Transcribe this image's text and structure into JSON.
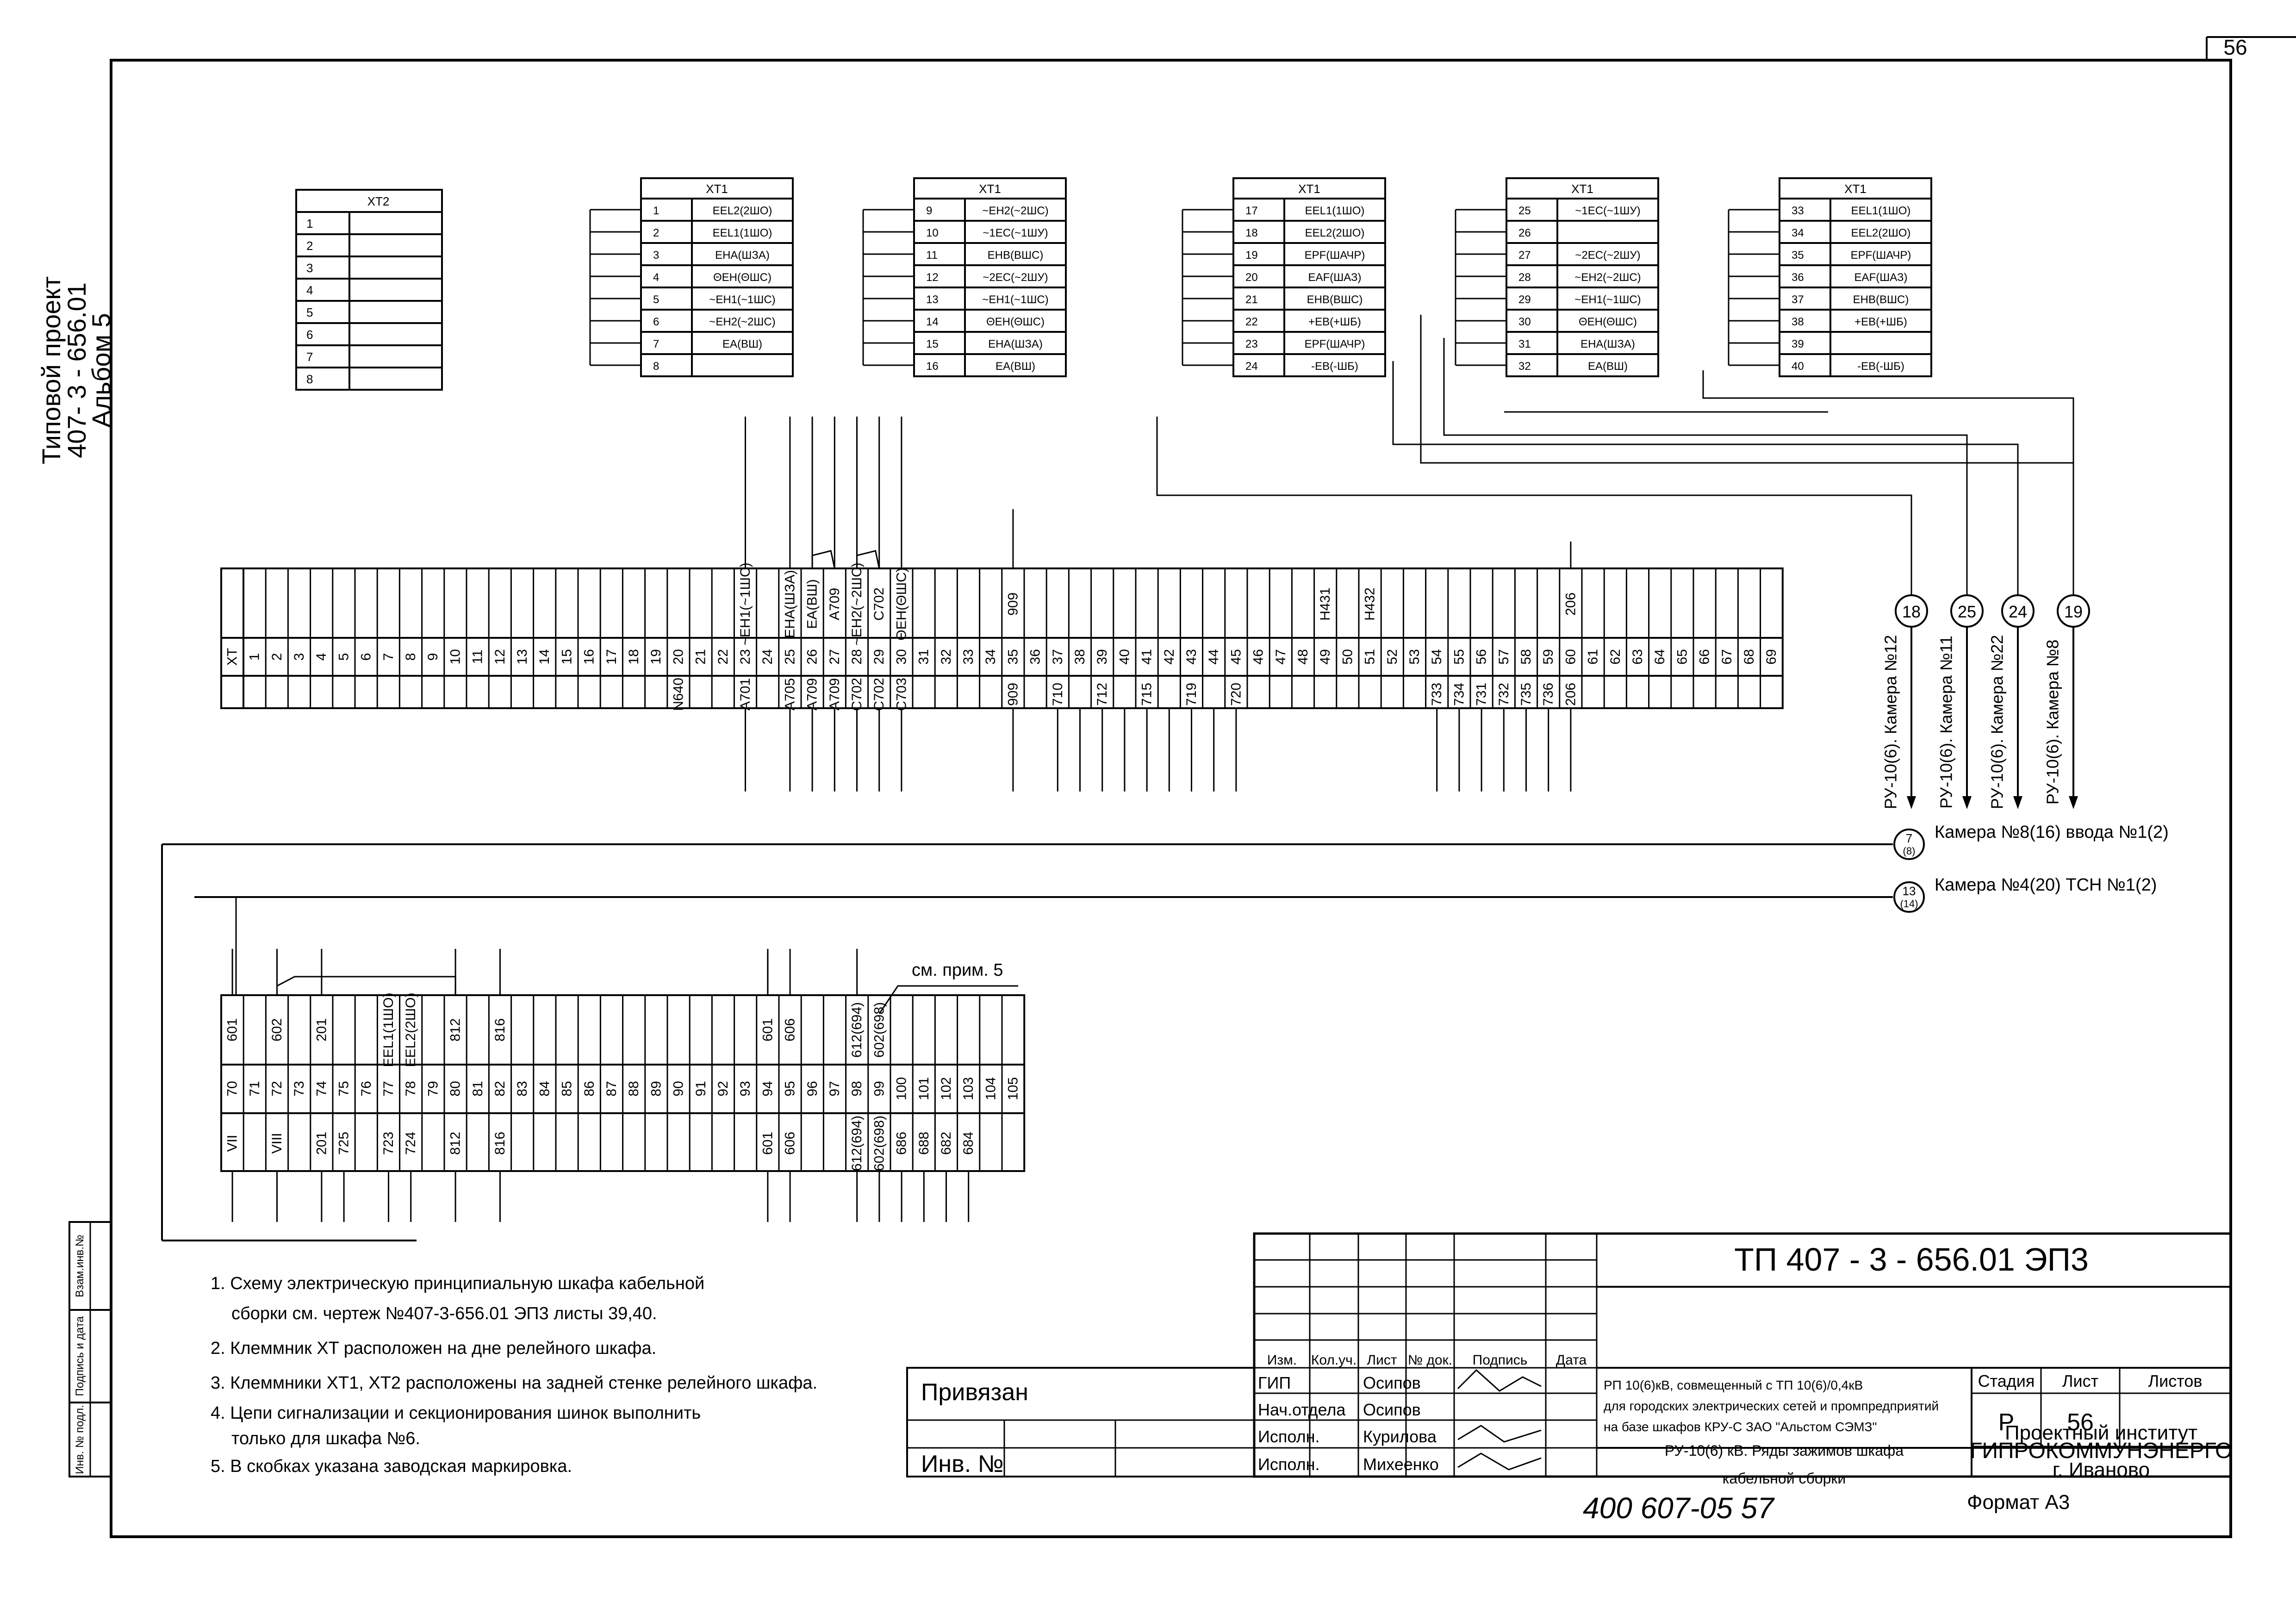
{
  "page_number": "56",
  "side_label": {
    "line1": "Типовой проект",
    "line2": "407- 3 - 656.01",
    "line3": "Альбом 5"
  },
  "xt2_table": {
    "title": "XT2",
    "rows": [
      "1",
      "2",
      "3",
      "4",
      "5",
      "6",
      "7",
      "8"
    ]
  },
  "xt1_tables": [
    {
      "title": "XT1",
      "rows": [
        [
          "1",
          "EEL2(2ШО)"
        ],
        [
          "2",
          "EEL1(1ШО)"
        ],
        [
          "3",
          "EHA(ШЗА)"
        ],
        [
          "4",
          "ΘEH(ΘШC)"
        ],
        [
          "5",
          "~EH1(~1ШС)"
        ],
        [
          "6",
          "~EH2(~2ШС)"
        ],
        [
          "7",
          "EA(ВШ)"
        ],
        [
          "8",
          ""
        ]
      ]
    },
    {
      "title": "XT1",
      "rows": [
        [
          "9",
          "~EH2(~2ШС)"
        ],
        [
          "10",
          "~1EC(~1ШУ)"
        ],
        [
          "11",
          "EHB(ВШС)"
        ],
        [
          "12",
          "~2EC(~2ШУ)"
        ],
        [
          "13",
          "~EH1(~1ШС)"
        ],
        [
          "14",
          "ΘEH(ΘШC)"
        ],
        [
          "15",
          "EHA(ШЗА)"
        ],
        [
          "16",
          "EA(ВШ)"
        ]
      ]
    },
    {
      "title": "XT1",
      "rows": [
        [
          "17",
          "EEL1(1ШО)"
        ],
        [
          "18",
          "EEL2(2ШО)"
        ],
        [
          "19",
          "EPF(ШАЧР)"
        ],
        [
          "20",
          "EAF(ШАЗ)"
        ],
        [
          "21",
          "EHB(ВШС)"
        ],
        [
          "22",
          "+EB(+ШБ)"
        ],
        [
          "23",
          "EPF(ШАЧР)"
        ],
        [
          "24",
          "-EB(-ШБ)"
        ]
      ]
    },
    {
      "title": "XT1",
      "rows": [
        [
          "25",
          "~1EC(~1ШУ)"
        ],
        [
          "26",
          ""
        ],
        [
          "27",
          "~2EC(~2ШУ)"
        ],
        [
          "28",
          "~EH2(~2ШС)"
        ],
        [
          "29",
          "~EH1(~1ШС)"
        ],
        [
          "30",
          "ΘEH(ΘШC)"
        ],
        [
          "31",
          "EHA(ШЗА)"
        ],
        [
          "32",
          "EA(ВШ)"
        ]
      ]
    },
    {
      "title": "XT1",
      "rows": [
        [
          "33",
          "EEL1(1ШО)"
        ],
        [
          "34",
          "EEL2(2ШО)"
        ],
        [
          "35",
          "EPF(ШАЧР)"
        ],
        [
          "36",
          "EAF(ШАЗ)"
        ],
        [
          "37",
          "EHB(ВШС)"
        ],
        [
          "38",
          "+EB(+ШБ)"
        ],
        [
          "39",
          ""
        ],
        [
          "40",
          "-EB(-ШБ)"
        ]
      ]
    }
  ],
  "xt_strip": {
    "title": "XT",
    "numbers": [
      "1",
      "2",
      "3",
      "4",
      "5",
      "6",
      "7",
      "8",
      "9",
      "10",
      "11",
      "12",
      "13",
      "14",
      "15",
      "16",
      "17",
      "18",
      "19",
      "20",
      "21",
      "22",
      "23",
      "24",
      "25",
      "26",
      "27",
      "28",
      "29",
      "30",
      "31",
      "32",
      "33",
      "34",
      "35",
      "36",
      "37",
      "38",
      "39",
      "40",
      "41",
      "42",
      "43",
      "44",
      "45",
      "46",
      "47",
      "48",
      "49",
      "50",
      "51",
      "52",
      "53",
      "54",
      "55",
      "56",
      "57",
      "58",
      "59",
      "60",
      "61",
      "62",
      "63",
      "64",
      "65",
      "66",
      "67",
      "68",
      "69"
    ],
    "top_labels": [
      {
        "n": "23",
        "text": "~EH1(~1ШС)"
      },
      {
        "n": "25",
        "text": "EHA(ШЗА)"
      },
      {
        "n": "26",
        "text": "EA(ВШ)"
      },
      {
        "n": "27",
        "text": "A709"
      },
      {
        "n": "28",
        "text": "~EH2(~2ШС)"
      },
      {
        "n": "29",
        "text": "C702"
      },
      {
        "n": "30",
        "text": "ΘEH(ΘШC)"
      },
      {
        "n": "35",
        "text": "909"
      },
      {
        "n": "49",
        "text": "H431"
      },
      {
        "n": "51",
        "text": "H432"
      },
      {
        "n": "60",
        "text": "206"
      }
    ],
    "bottom_labels": [
      {
        "n": "20",
        "text": "N640"
      },
      {
        "n": "23",
        "text": "A701"
      },
      {
        "n": "25",
        "text": "A705"
      },
      {
        "n": "26",
        "text": "A709"
      },
      {
        "n": "27",
        "text": "A709"
      },
      {
        "n": "28",
        "text": "C702"
      },
      {
        "n": "29",
        "text": "C702"
      },
      {
        "n": "30",
        "text": "C703"
      },
      {
        "n": "35",
        "text": "909"
      },
      {
        "n": "37",
        "text": "710"
      },
      {
        "n": "39",
        "text": "712"
      },
      {
        "n": "41",
        "text": "715"
      },
      {
        "n": "43",
        "text": "719"
      },
      {
        "n": "45",
        "text": "720"
      },
      {
        "n": "54",
        "text": "733"
      },
      {
        "n": "55",
        "text": "734"
      },
      {
        "n": "56",
        "text": "731"
      },
      {
        "n": "57",
        "text": "732"
      },
      {
        "n": "58",
        "text": "735"
      },
      {
        "n": "59",
        "text": "736"
      },
      {
        "n": "60",
        "text": "206"
      }
    ]
  },
  "lower_strip": {
    "numbers": [
      "70",
      "71",
      "72",
      "73",
      "74",
      "75",
      "76",
      "77",
      "78",
      "79",
      "80",
      "81",
      "82",
      "83",
      "84",
      "85",
      "86",
      "87",
      "88",
      "89",
      "90",
      "91",
      "92",
      "93",
      "94",
      "95",
      "96",
      "97",
      "98",
      "99",
      "100",
      "101",
      "102",
      "103",
      "104",
      "105"
    ],
    "top_labels": [
      {
        "n": "70",
        "text": "601"
      },
      {
        "n": "72",
        "text": "602"
      },
      {
        "n": "74",
        "text": "201"
      },
      {
        "n": "77",
        "text": "EEL1(1ШО)"
      },
      {
        "n": "78",
        "text": "EEL2(2ШО)"
      },
      {
        "n": "80",
        "text": "812"
      },
      {
        "n": "82",
        "text": "816"
      },
      {
        "n": "94",
        "text": "601"
      },
      {
        "n": "95",
        "text": "606"
      },
      {
        "n": "98",
        "text": "612(694)"
      },
      {
        "n": "99",
        "text": "602(698)"
      }
    ],
    "bottom_labels": [
      {
        "n": "70",
        "text": "VII"
      },
      {
        "n": "72",
        "text": "VIII"
      },
      {
        "n": "74",
        "text": "201"
      },
      {
        "n": "75",
        "text": "725"
      },
      {
        "n": "77",
        "text": "723"
      },
      {
        "n": "78",
        "text": "724"
      },
      {
        "n": "80",
        "text": "812"
      },
      {
        "n": "82",
        "text": "816"
      },
      {
        "n": "94",
        "text": "601"
      },
      {
        "n": "95",
        "text": "606"
      },
      {
        "n": "98",
        "text": "612(694)"
      },
      {
        "n": "99",
        "text": "602(698)"
      },
      {
        "n": "100",
        "text": "686"
      },
      {
        "n": "101",
        "text": "688"
      },
      {
        "n": "102",
        "text": "682"
      },
      {
        "n": "103",
        "text": "684"
      }
    ],
    "note_label": "см. прим. 5"
  },
  "cables": [
    {
      "num": "18",
      "text": "РУ-10(6). Камера №12"
    },
    {
      "num": "25",
      "text": "РУ-10(6). Камера №11"
    },
    {
      "num": "24",
      "text": "РУ-10(6). Камера №22"
    },
    {
      "num": "19",
      "text": "РУ-10(6). Камера №8"
    }
  ],
  "bus_lines": [
    {
      "num_top": "7",
      "num_bot": "(8)",
      "text": "Камера №8(16) ввода №1(2)"
    },
    {
      "num_top": "13",
      "num_bot": "(14)",
      "text": "Камера №4(20) ТСН №1(2)"
    }
  ],
  "notes": [
    "1. Схему электрическую принципиальную шкафа кабельной",
    "сборки см. чертеж №407-3-656.01 ЭП3 листы 39,40.",
    "2. Клеммник XT расположен на дне релейного шкафа.",
    "3. Клеммники XT1, XT2 расположены на задней стенке релейного шкафа.",
    "4. Цепи сигнализации и секционирования шинок выполнить",
    "только для шкафа №6.",
    "5. В скобках указана заводская маркировка."
  ],
  "left_stamp": [
    "Взам.инв.№",
    "Подпись и дата",
    "Инв. № подл."
  ],
  "title_block": {
    "doc_code": "ТП  407 - 3 - 656.01      ЭП3",
    "headers": [
      "Изм.",
      "Кол.уч.",
      "Лист",
      "№ док.",
      "Подпись",
      "Дата"
    ],
    "roles": [
      {
        "role": "ГИП",
        "name": "Осипов"
      },
      {
        "role": "Нач.отдела",
        "name": "Осипов"
      },
      {
        "role": "Исполн.",
        "name": "Курилова"
      },
      {
        "role": "Исполн.",
        "name": "Михеенко"
      }
    ],
    "privyazan": "Привязан",
    "inv": "Инв. №",
    "project": [
      "РП 10(6)кВ, совмещенный с ТП 10(6)/0,4кВ",
      "для городских электрических сетей и промпредприятий",
      "на базе шкафов КРУ-С ЗАО \"Альстом СЭМЗ\""
    ],
    "sheet_title": [
      "РУ-10(6) кВ. Ряды зажимов шкафа",
      "кабельной сборки"
    ],
    "stage_headers": [
      "Стадия",
      "Лист",
      "Листов"
    ],
    "stage": "Р",
    "sheet": "56",
    "org": [
      "Проектный институт",
      "ГИПРОКОММУНЭНЕРГО",
      "г. Иваново"
    ],
    "format": "Формат А3",
    "handwritten": "400 607-05   57"
  }
}
